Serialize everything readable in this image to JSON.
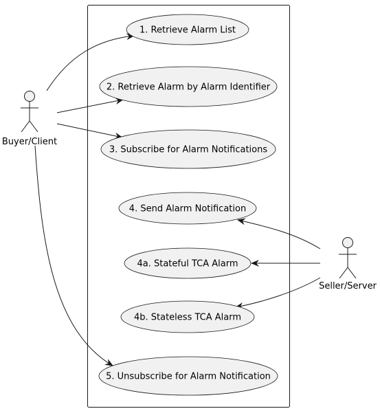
{
  "diagram": {
    "type": "use-case",
    "actors": [
      {
        "id": "buyer",
        "label": "Buyer/Client"
      },
      {
        "id": "seller",
        "label": "Seller/Server"
      }
    ],
    "use_cases": [
      {
        "id": "uc1",
        "label": "1. Retrieve Alarm List"
      },
      {
        "id": "uc2",
        "label": "2. Retrieve Alarm by Alarm Identifier"
      },
      {
        "id": "uc3",
        "label": "3. Subscribe for Alarm Notifications"
      },
      {
        "id": "uc4",
        "label": "4. Send Alarm Notification"
      },
      {
        "id": "uc4a",
        "label": "4a. Stateful TCA Alarm"
      },
      {
        "id": "uc4b",
        "label": "4b. Stateless TCA Alarm"
      },
      {
        "id": "uc5",
        "label": "5. Unsubscribe for Alarm Notification"
      }
    ],
    "links": [
      {
        "from": "buyer",
        "to": "uc1"
      },
      {
        "from": "buyer",
        "to": "uc2"
      },
      {
        "from": "buyer",
        "to": "uc3"
      },
      {
        "from": "buyer",
        "to": "uc5"
      },
      {
        "from": "seller",
        "to": "uc4"
      },
      {
        "from": "seller",
        "to": "uc4a"
      },
      {
        "from": "seller",
        "to": "uc4b"
      }
    ],
    "colors": {
      "usecase_fill": "#f1f1f1",
      "stroke": "#181818",
      "background": "#ffffff"
    }
  }
}
